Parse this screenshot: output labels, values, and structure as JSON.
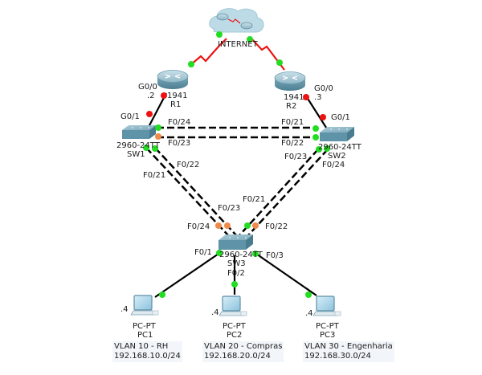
{
  "cloud": {
    "label": "INTERNET"
  },
  "routers": [
    {
      "id": "R1",
      "name": "R1",
      "model": "1941",
      "interfaces": {
        "wan": {
          "name": "G0/0",
          "ip": ".2"
        },
        "lan": {
          "name": "G0/1"
        }
      }
    },
    {
      "id": "R2",
      "name": "R2",
      "model": "1941",
      "interfaces": {
        "wan": {
          "name": "G0/0",
          "ip": ".3"
        },
        "lan": {
          "name": "G0/1"
        }
      }
    }
  ],
  "switches": [
    {
      "id": "SW1",
      "name": "SW1",
      "model": "2960-24TT"
    },
    {
      "id": "SW2",
      "name": "SW2",
      "model": "2960-24TT"
    },
    {
      "id": "SW3",
      "name": "SW3",
      "model": "2960-24TT"
    }
  ],
  "pcs": [
    {
      "id": "PC1",
      "name": "PC1",
      "model": "PC-PT",
      "ip": ".4",
      "vlan": "VLAN 10 - RH",
      "network": "192.168.10.0/24"
    },
    {
      "id": "PC2",
      "name": "PC2",
      "model": "PC-PT",
      "ip": ".4",
      "vlan": "VLAN 20 - Compras",
      "network": "192.168.20.0/24"
    },
    {
      "id": "PC3",
      "name": "PC3",
      "model": "PC-PT",
      "ip": ".4",
      "vlan": "VLAN 30 - Engenharia",
      "network": "192.168.30.0/24"
    }
  ],
  "ports": {
    "sw1_f024": "F0/24",
    "sw1_f023": "F0/23",
    "sw1_f021": "F0/21",
    "sw1_f022": "F0/22",
    "sw1_g01": "G0/1",
    "sw2_f021": "F0/21",
    "sw2_f022": "F0/22",
    "sw2_f023": "F0/23",
    "sw2_f024": "F0/24",
    "sw2_g01": "G0/1",
    "sw3_f023": "F0/23",
    "sw3_f024": "F0/24",
    "sw3_f021": "F0/21",
    "sw3_f022": "F0/22",
    "sw3_f01": "F0/1",
    "sw3_f02": "F0/2",
    "sw3_f03": "F0/3"
  },
  "colors": {
    "link_up": "#22dd22",
    "link_down": "#ee1111",
    "link_blocked": "#f08a4b",
    "serial": "#ee1111",
    "ethernet": "#000000"
  }
}
